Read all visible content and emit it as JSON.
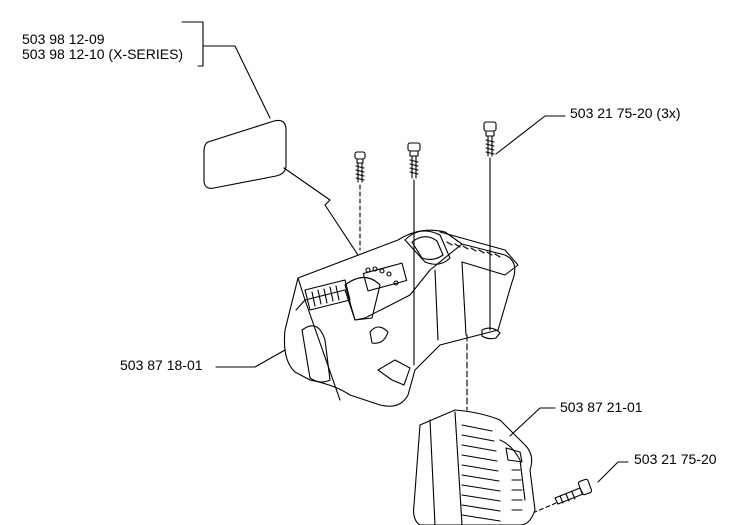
{
  "labels": {
    "decal_part": "503 98 12-09",
    "decal_part_xseries": "503 98 12-10 (X-SERIES)",
    "screw_part_3x": "503 21 75-20 (3x)",
    "cover_part": "503 87 18-01",
    "guard_part": "503 87 21-01",
    "screw_part_single": "503 21 75-20"
  },
  "colors": {
    "line": "#000000",
    "background": "#ffffff"
  }
}
